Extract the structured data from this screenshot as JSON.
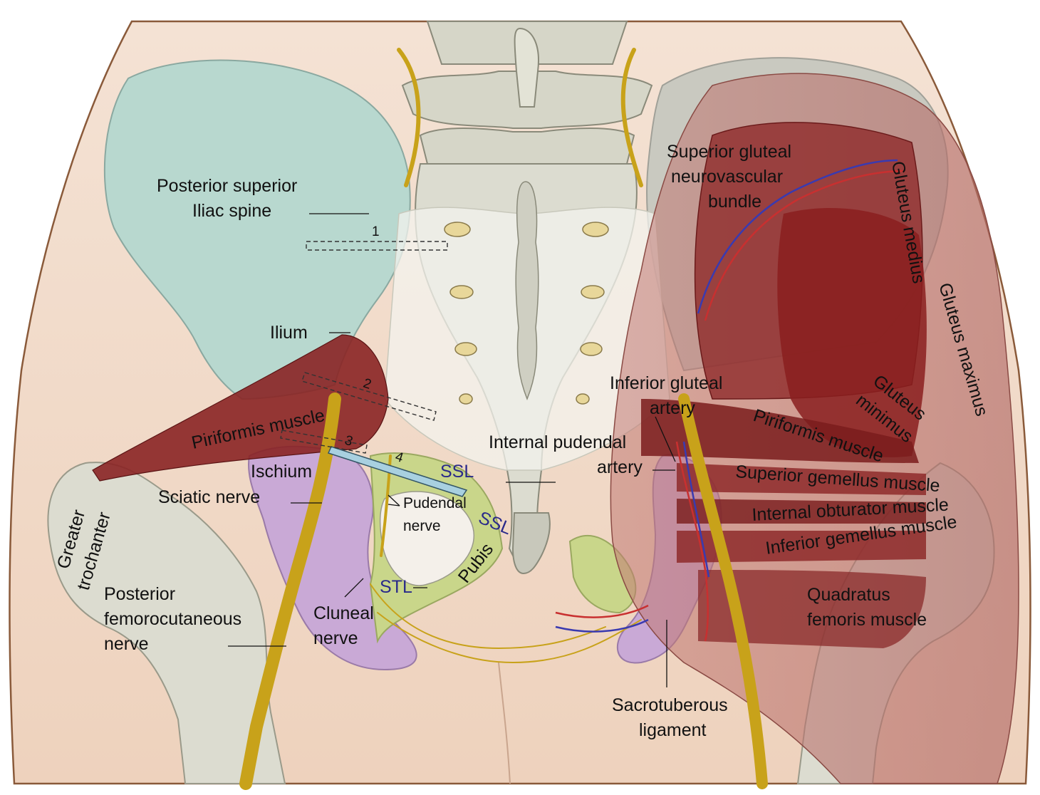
{
  "labels": {
    "psis": [
      "Posterior superior",
      "Iliac spine"
    ],
    "ilium": "Ilium",
    "piriformis_left": "Piriformis muscle",
    "ischium": "Ischium",
    "sciatic_nerve": "Sciatic nerve",
    "greater_trochanter": [
      "Greater",
      "trochanter"
    ],
    "posterior_femorocutaneous": [
      "Posterior",
      "femorocutaneous",
      "nerve"
    ],
    "cluneal_nerve": [
      "Cluneal",
      "nerve"
    ],
    "pudendal_nerve": [
      "Pudendal",
      "nerve"
    ],
    "pubis": "Pubis",
    "ssl_upper": "SSL",
    "ssl_lower": "SSL",
    "stl": "STL",
    "superior_gluteal": [
      "Superior gluteal",
      "neurovascular",
      "bundle"
    ],
    "gluteus_medius": "Gluteus medius",
    "gluteus_maximus": "Gluteus maximus",
    "gluteus_minimus": [
      "Gluteus",
      "minimus"
    ],
    "inferior_gluteal_artery": [
      "Inferior gluteal",
      "artery"
    ],
    "internal_pudendal_artery": [
      "Internal pudendal",
      "artery"
    ],
    "piriformis_right": "Piriformis muscle",
    "superior_gemellus": "Superior gemellus muscle",
    "internal_obturator": "Internal obturator muscle",
    "inferior_gemellus": "Inferior gemellus muscle",
    "quadratus_femoris": [
      "Quadratus",
      "femoris muscle"
    ],
    "sacrotuberous": [
      "Sacrotuberous",
      "ligament"
    ]
  },
  "zone_numbers": [
    "1",
    "2",
    "3",
    "4"
  ],
  "colors": {
    "skin": "#f2dccb",
    "ilium": "#b8d8cf",
    "ischium": "#c9a9d6",
    "pubis": "#c9d68a",
    "bone": "#d9d9cc",
    "muscle": "#8e2a2a",
    "nerve": "#c8a21a",
    "ssl_label": "#2a2a8a"
  }
}
